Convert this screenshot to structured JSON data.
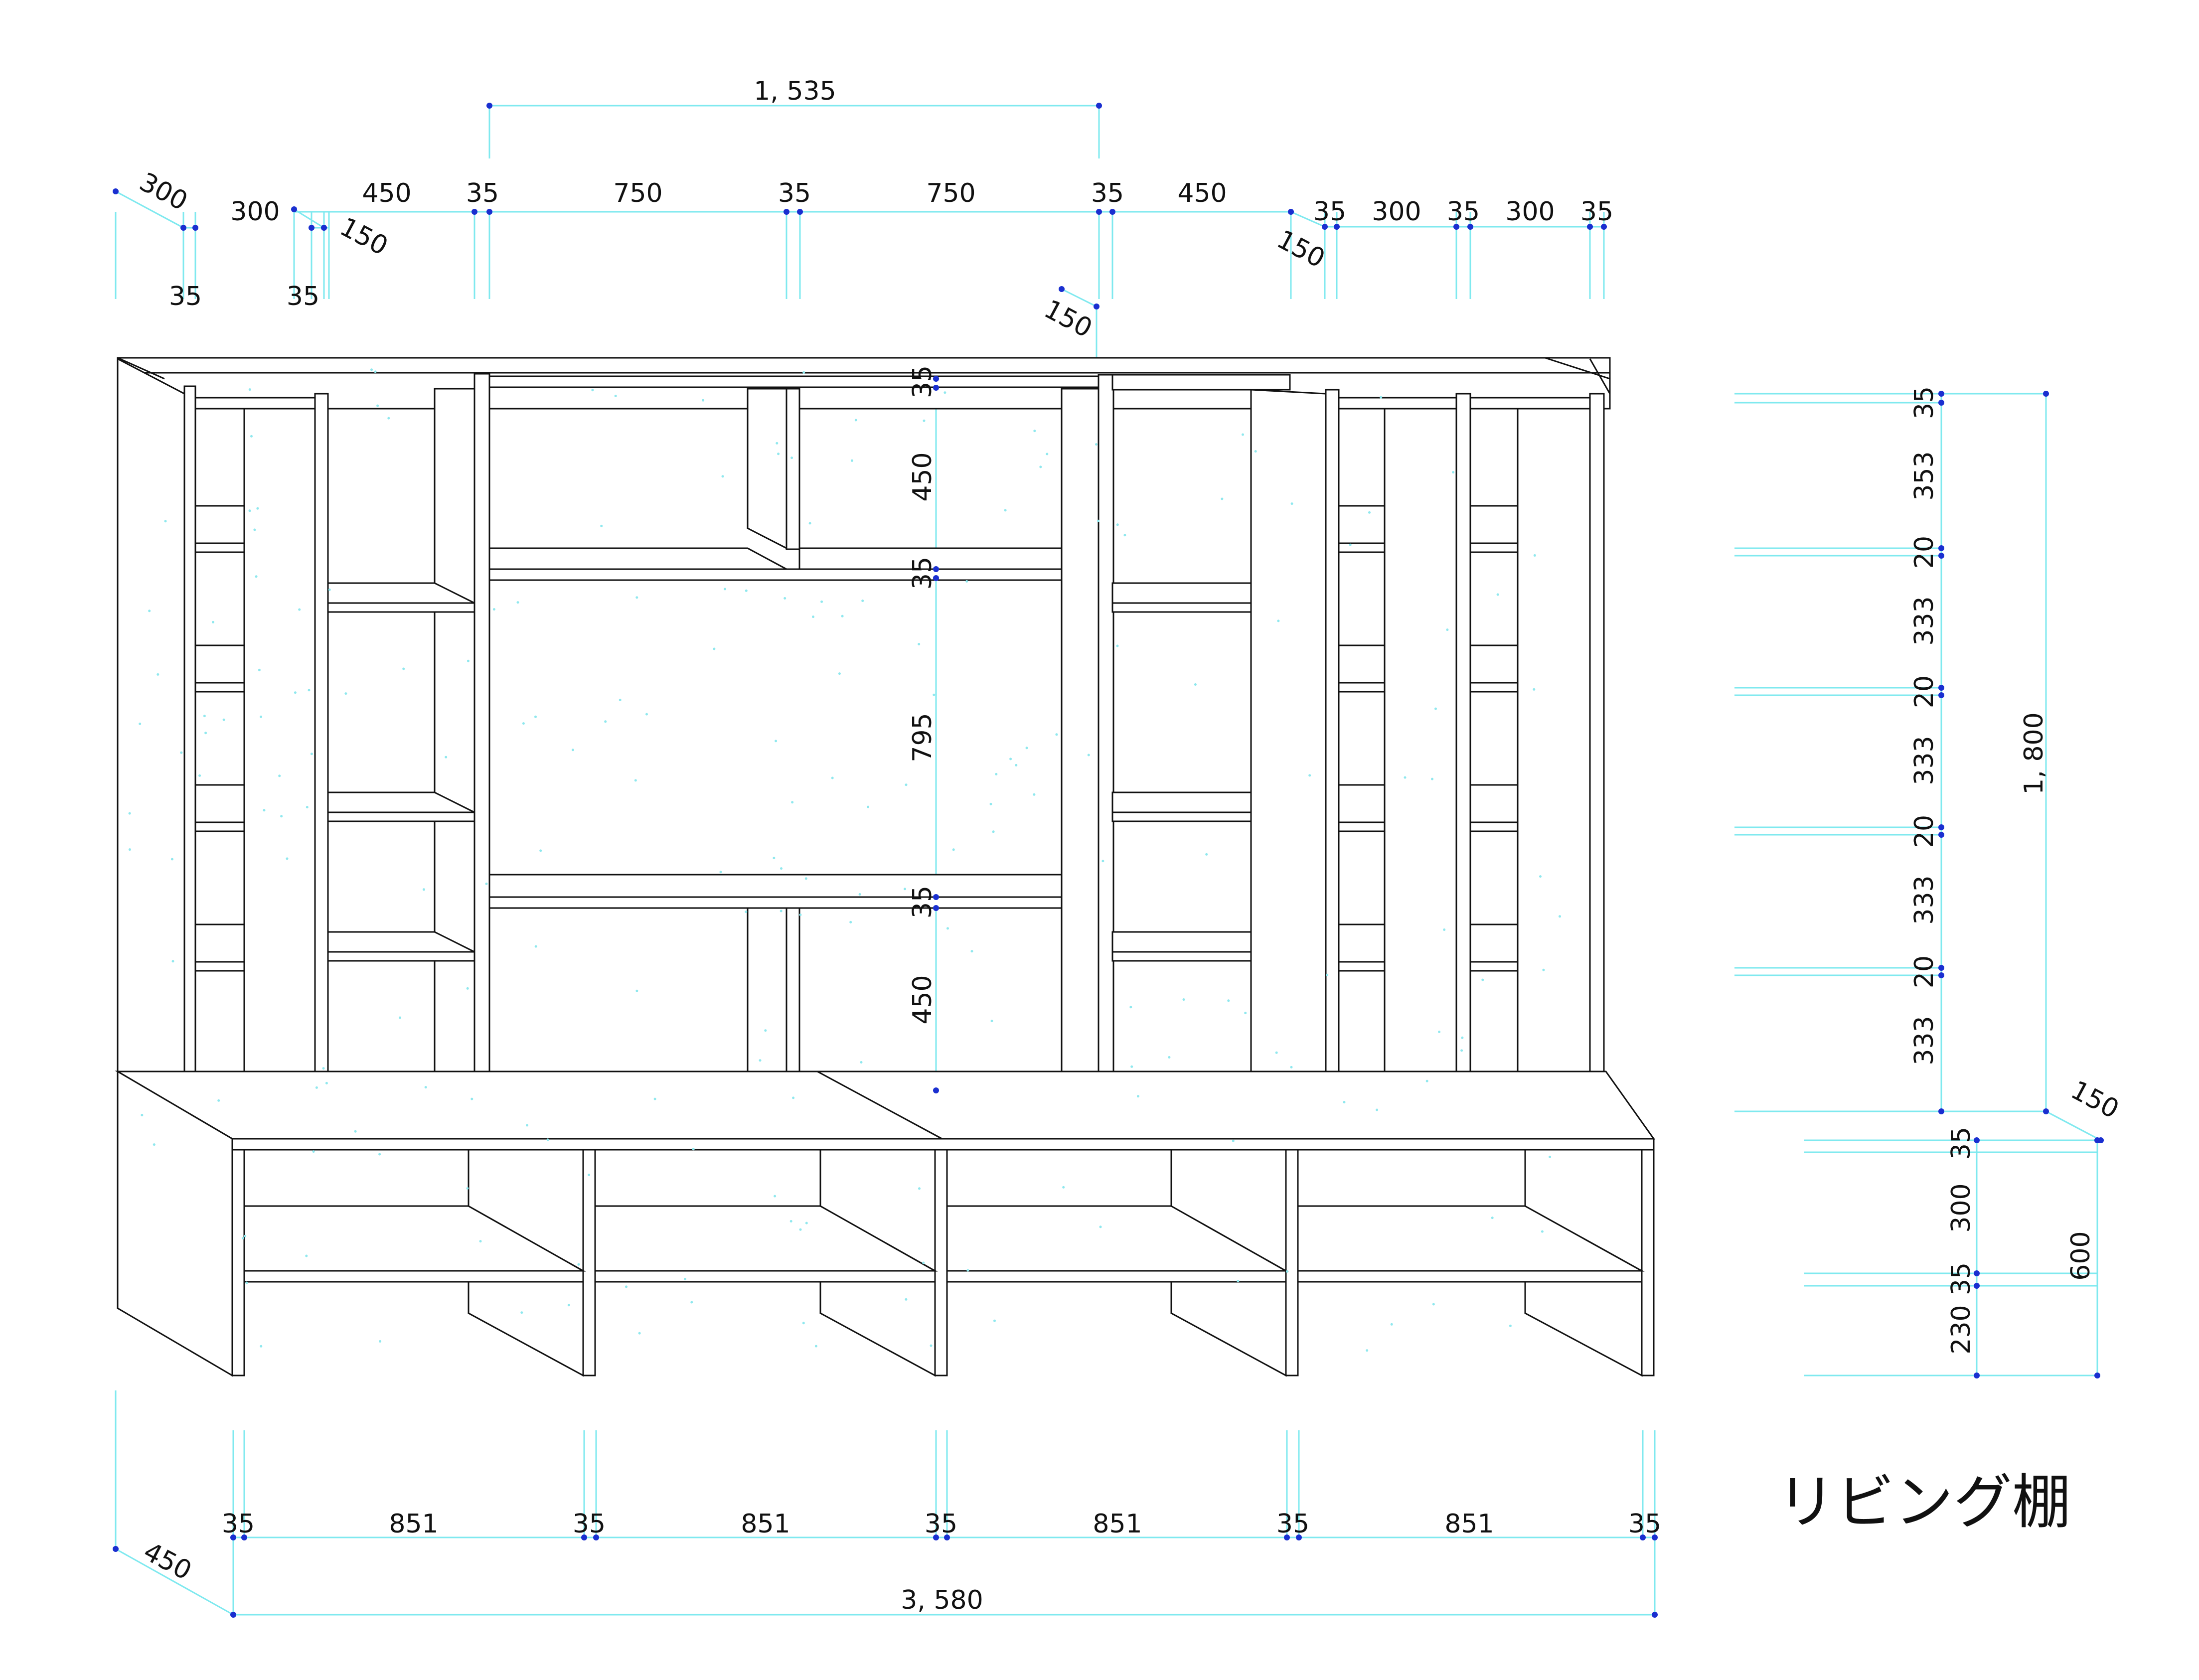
{
  "title": "リビング棚",
  "colors": {
    "outline": "#111111",
    "dimension_line": "#7fe9ef",
    "dimension_point": "#1a2fd0",
    "speckle": "#8fe8ee",
    "background": "#ffffff"
  },
  "dimensions": {
    "top_overall": "1, 535",
    "top_row": [
      "300",
      "300",
      "450",
      "35",
      "750",
      "35",
      "750",
      "35",
      "450",
      "35",
      "300",
      "35",
      "300",
      "35"
    ],
    "top_lower": [
      "35",
      "35"
    ],
    "top_depth": [
      "150",
      "150",
      "150"
    ],
    "upper_center": [
      "35",
      "450",
      "35",
      "795",
      "35",
      "450"
    ],
    "right_upper": [
      "35",
      "353",
      "20",
      "333",
      "20",
      "333",
      "20",
      "333",
      "20",
      "333"
    ],
    "right_upper_overall": "1, 800",
    "right_upper_depth": "150",
    "right_lower": [
      "35",
      "300",
      "35",
      "230"
    ],
    "right_lower_overall": "600",
    "bottom_row": [
      "35",
      "851",
      "35",
      "851",
      "35",
      "851",
      "35",
      "851",
      "35"
    ],
    "bottom_depth": "450",
    "bottom_overall": "3, 580"
  }
}
